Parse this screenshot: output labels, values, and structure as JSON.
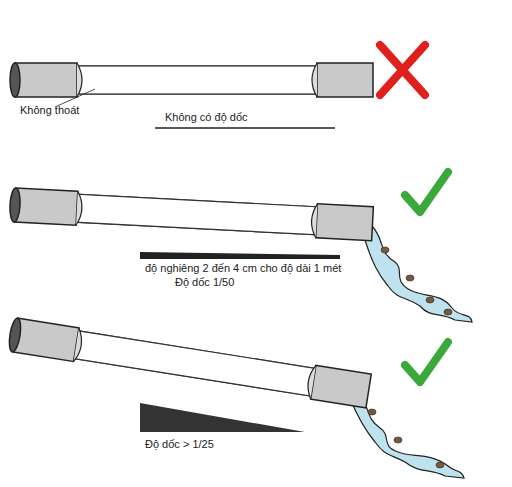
{
  "diagram": {
    "labels": [
      "Không thoát",
      "Không có độ dốc",
      "độ nghiêng 2 đến 4 cm cho độ dài 1 mét",
      "Độ dốc 1/50",
      "Độ dốc > 1/25"
    ]
  }
}
